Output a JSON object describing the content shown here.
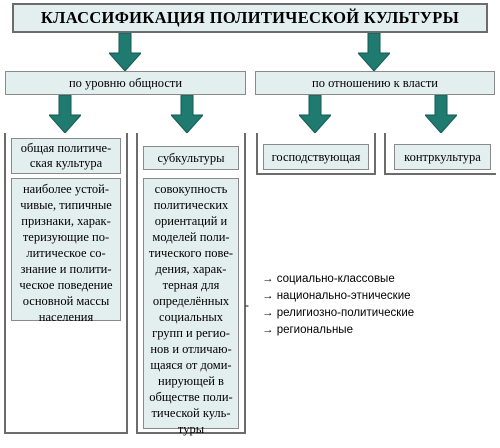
{
  "title": "КЛАССИФИКАЦИЯ ПОЛИТИЧЕСКОЙ КУЛЬТУРЫ",
  "levels": {
    "community": "по уровню общности",
    "power": "по отношению к власти"
  },
  "types": {
    "general": "общая политиче-ская культура",
    "sub": "субкультуры",
    "dominant": "господствующая",
    "counter": "контркультура"
  },
  "descriptions": {
    "general": "наиболее устой-чивые, типичные признаки, харак-теризующие по-литическое со-знание и полити-ческое поведение основной массы населения",
    "sub": "совокупность политических ориентаций и моделей поли-тического пове-дения, харак-терная для определённых социальных групп и регио-нов и отличаю-щаяся от доми-нирующей в обществе поли-тической куль-туры"
  },
  "dash": "-",
  "subculture_kinds": [
    "→ социально-классовые",
    "→ национально-этнические",
    "→ религиозно-политические",
    "→ региональные"
  ],
  "colors": {
    "arrow": "#1f7a70",
    "box_fill": "#e3eeee",
    "border": "#6c6c6c"
  }
}
